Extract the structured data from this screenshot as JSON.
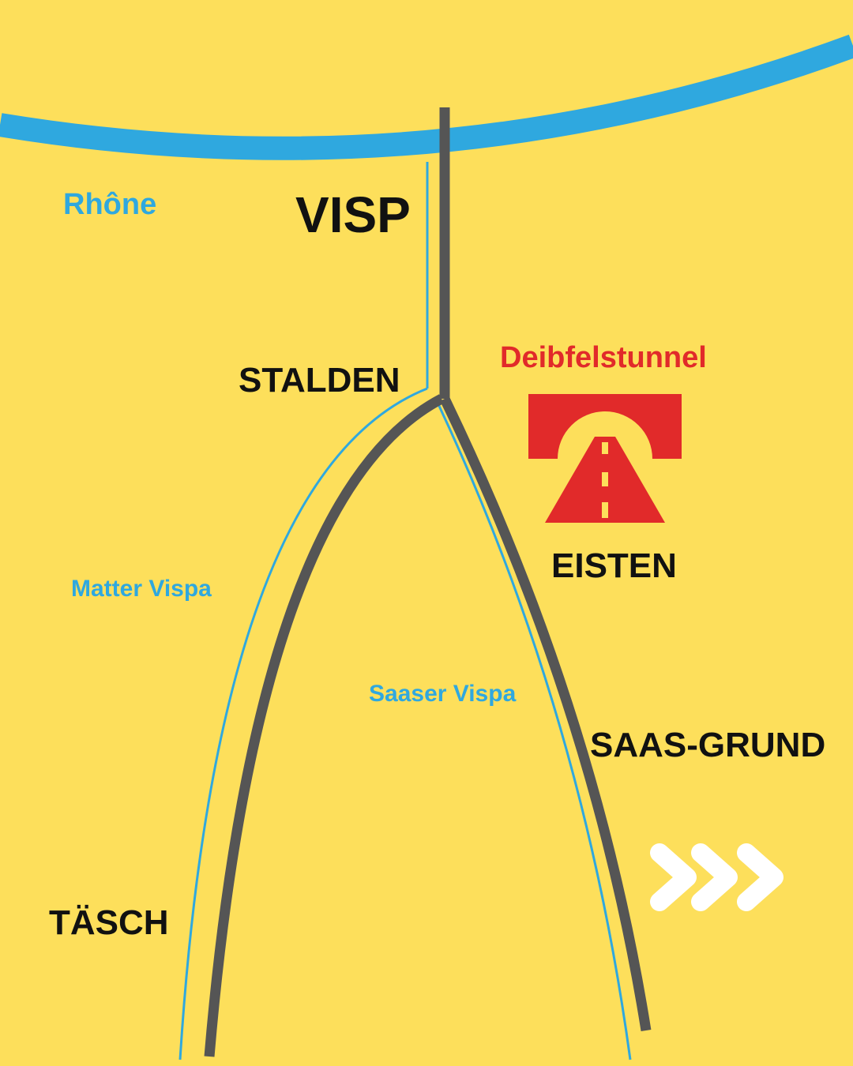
{
  "map": {
    "colors": {
      "background": "#FDDF5B",
      "river": "#2FA8DF",
      "road": "#555555",
      "place_label": "#111111",
      "tunnel": "#E12A2A",
      "chevrons": "#FFFFFF"
    },
    "rivers": {
      "main": "Rhône",
      "west_branch": "Matter Vispa",
      "east_branch": "Saaser Vispa"
    },
    "places": {
      "visp": "VISP",
      "stalden": "STALDEN",
      "eisten": "EISTEN",
      "saas_grund": "SAAS-GRUND",
      "tasch": "TÄSCH"
    },
    "tunnel": {
      "name": "Deibfelstunnel",
      "icon": "tunnel-road-icon"
    },
    "next_icon": "triple-chevron-right-icon"
  }
}
